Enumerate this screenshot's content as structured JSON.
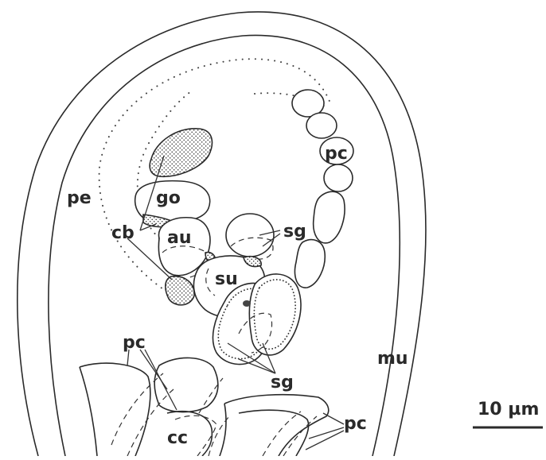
{
  "labels": {
    "pe": "pe",
    "go": "go",
    "cb": "cb",
    "au": "au",
    "su": "su",
    "sg_upper": "sg",
    "sg_lower": "sg",
    "pc_upper": "pc",
    "pc_left": "pc",
    "pc_right": "pc",
    "mu": "mu",
    "cc": "cc"
  },
  "scale_bar": {
    "label": "10 µm"
  }
}
